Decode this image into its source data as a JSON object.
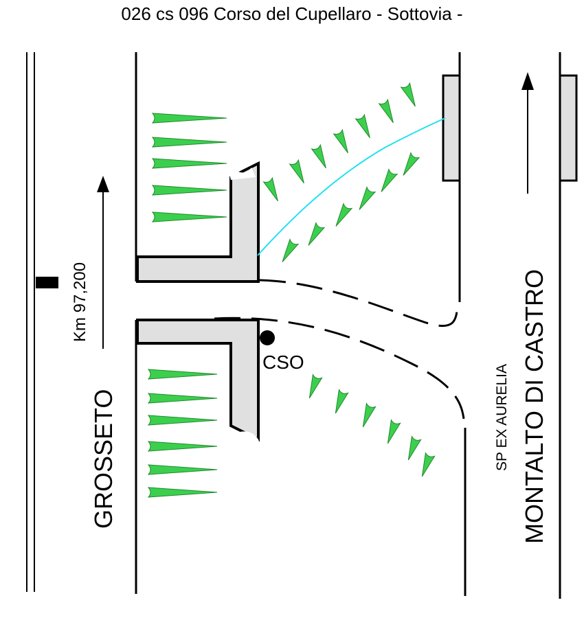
{
  "title": "026 cs 096 Corso del Cupellaro - Sottovia -",
  "labels": {
    "grosseto": "GROSSETO",
    "km": "Km 97,200",
    "cso": "CSO",
    "sp": "SP EX AURELIA",
    "montalto": "MONTALTO  DI  CASTRO"
  },
  "colors": {
    "line": "#000000",
    "structure_fill": "#e0e0e0",
    "vegetation": "#3ccf4e",
    "vegetation_dark": "#1f8a2c",
    "water_line": "#22e0f0",
    "background": "#ffffff"
  },
  "icons": {
    "direction_arrow": "arrow-up-icon",
    "vegetation": "grass-tuft-icon",
    "point_marker": "filled-dot-icon"
  }
}
